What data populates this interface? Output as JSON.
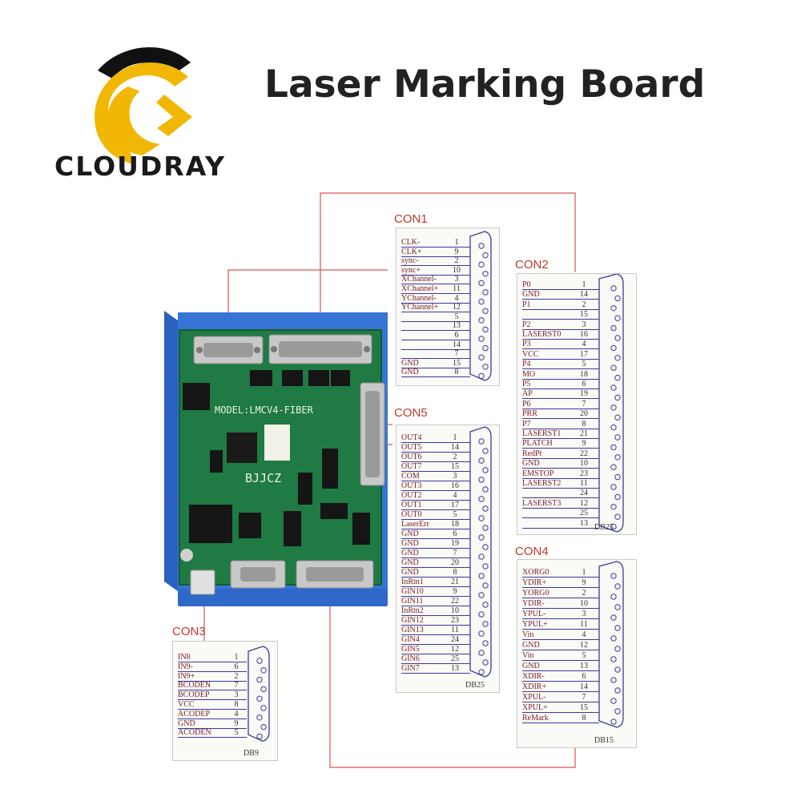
{
  "brand": {
    "name": "Cloudray",
    "logo_text": "CLOUDRAY",
    "accent": "#f2b705",
    "dark": "#111111"
  },
  "title": "Laser Marking Board",
  "board": {
    "model": "MODEL:LMCV4-FIBER",
    "maker": "BJJCZ",
    "color": "#1f7a43",
    "case_color": "#2f6fd0"
  },
  "connectors": {
    "con1": {
      "label": "CON1",
      "db": "",
      "pins": [
        {
          "sig": "CLK-",
          "num": "1"
        },
        {
          "sig": "CLK+",
          "num": "9"
        },
        {
          "sig": "sync-",
          "num": "2"
        },
        {
          "sig": "sync+",
          "num": "10"
        },
        {
          "sig": "XChannel-",
          "num": "3"
        },
        {
          "sig": "XChannel+",
          "num": "11"
        },
        {
          "sig": "YChannel-",
          "num": "4"
        },
        {
          "sig": "YChannel+",
          "num": "12"
        },
        {
          "sig": "",
          "num": "5"
        },
        {
          "sig": "",
          "num": "13"
        },
        {
          "sig": "",
          "num": "6"
        },
        {
          "sig": "",
          "num": "14"
        },
        {
          "sig": "",
          "num": "7"
        },
        {
          "sig": "GND",
          "num": "15"
        },
        {
          "sig": "GND",
          "num": "8"
        }
      ]
    },
    "con2": {
      "label": "CON2",
      "db": "DB25",
      "pins": [
        {
          "sig": "P0",
          "num": "1"
        },
        {
          "sig": "GND",
          "num": "14"
        },
        {
          "sig": "P1",
          "num": "2"
        },
        {
          "sig": "",
          "num": "15"
        },
        {
          "sig": "P2",
          "num": "3"
        },
        {
          "sig": "LASERST0",
          "num": "16"
        },
        {
          "sig": "P3",
          "num": "4"
        },
        {
          "sig": "VCC",
          "num": "17"
        },
        {
          "sig": "P4",
          "num": "5"
        },
        {
          "sig": "MO",
          "num": "18"
        },
        {
          "sig": "P5",
          "num": "6"
        },
        {
          "sig": "AP",
          "num": "19"
        },
        {
          "sig": "P6",
          "num": "7"
        },
        {
          "sig": "PRR",
          "num": "20"
        },
        {
          "sig": "P7",
          "num": "8"
        },
        {
          "sig": "LASERST1",
          "num": "21"
        },
        {
          "sig": "PLATCH",
          "num": "9"
        },
        {
          "sig": "RedPt",
          "num": "22"
        },
        {
          "sig": "GND",
          "num": "10"
        },
        {
          "sig": "EMSTOP",
          "num": "23"
        },
        {
          "sig": "LASERST2",
          "num": "11"
        },
        {
          "sig": "",
          "num": "24"
        },
        {
          "sig": "LASERST3",
          "num": "12"
        },
        {
          "sig": "",
          "num": "25"
        },
        {
          "sig": "",
          "num": "13"
        }
      ]
    },
    "con3": {
      "label": "CON3",
      "db": "DB9",
      "pins": [
        {
          "sig": "IN8",
          "num": "1"
        },
        {
          "sig": "IN9-",
          "num": "6"
        },
        {
          "sig": "IN9+",
          "num": "2"
        },
        {
          "sig": "BCODEN",
          "num": "7"
        },
        {
          "sig": "BCODEP",
          "num": "3"
        },
        {
          "sig": "VCC",
          "num": "8"
        },
        {
          "sig": "ACODEP",
          "num": "4"
        },
        {
          "sig": "GND",
          "num": "9"
        },
        {
          "sig": "ACODEN",
          "num": "5"
        }
      ]
    },
    "con4": {
      "label": "CON4",
      "db": "DB15",
      "pins": [
        {
          "sig": "XORG0",
          "num": "1"
        },
        {
          "sig": "YDIR+",
          "num": "9"
        },
        {
          "sig": "YORG0",
          "num": "2"
        },
        {
          "sig": "YDIR-",
          "num": "10"
        },
        {
          "sig": "YPUL-",
          "num": "3"
        },
        {
          "sig": "YPUL+",
          "num": "11"
        },
        {
          "sig": "Vin",
          "num": "4"
        },
        {
          "sig": "GND",
          "num": "12"
        },
        {
          "sig": "Vin",
          "num": "5"
        },
        {
          "sig": "GND",
          "num": "13"
        },
        {
          "sig": "XDIR-",
          "num": "6"
        },
        {
          "sig": "XDIR+",
          "num": "14"
        },
        {
          "sig": "XPUL-",
          "num": "7"
        },
        {
          "sig": "XPUL+",
          "num": "15"
        },
        {
          "sig": "ReMark",
          "num": "8"
        }
      ]
    },
    "con5": {
      "label": "CON5",
      "db": "DB25",
      "pins": [
        {
          "sig": "OUT4",
          "num": "1"
        },
        {
          "sig": "OUT5",
          "num": "14"
        },
        {
          "sig": "OUT6",
          "num": "2"
        },
        {
          "sig": "OUT7",
          "num": "15"
        },
        {
          "sig": "COM",
          "num": "3"
        },
        {
          "sig": "OUT3",
          "num": "16"
        },
        {
          "sig": "OUT2",
          "num": "4"
        },
        {
          "sig": "OUT1",
          "num": "17"
        },
        {
          "sig": "OUT0",
          "num": "5"
        },
        {
          "sig": "LaserErr",
          "num": "18"
        },
        {
          "sig": "GND",
          "num": "6"
        },
        {
          "sig": "GND",
          "num": "19"
        },
        {
          "sig": "GND",
          "num": "7"
        },
        {
          "sig": "GND",
          "num": "20"
        },
        {
          "sig": "GND",
          "num": "8"
        },
        {
          "sig": "InRtn1",
          "num": "21"
        },
        {
          "sig": "GIN10",
          "num": "9"
        },
        {
          "sig": "GIN11",
          "num": "22"
        },
        {
          "sig": "InRtn2",
          "num": "10"
        },
        {
          "sig": "GIN12",
          "num": "23"
        },
        {
          "sig": "GIN13",
          "num": "11"
        },
        {
          "sig": "GIN4",
          "num": "24"
        },
        {
          "sig": "GIN5",
          "num": "12"
        },
        {
          "sig": "GIN6",
          "num": "25"
        },
        {
          "sig": "GIN7",
          "num": "13"
        }
      ]
    }
  },
  "wire_color": "#d9534f"
}
